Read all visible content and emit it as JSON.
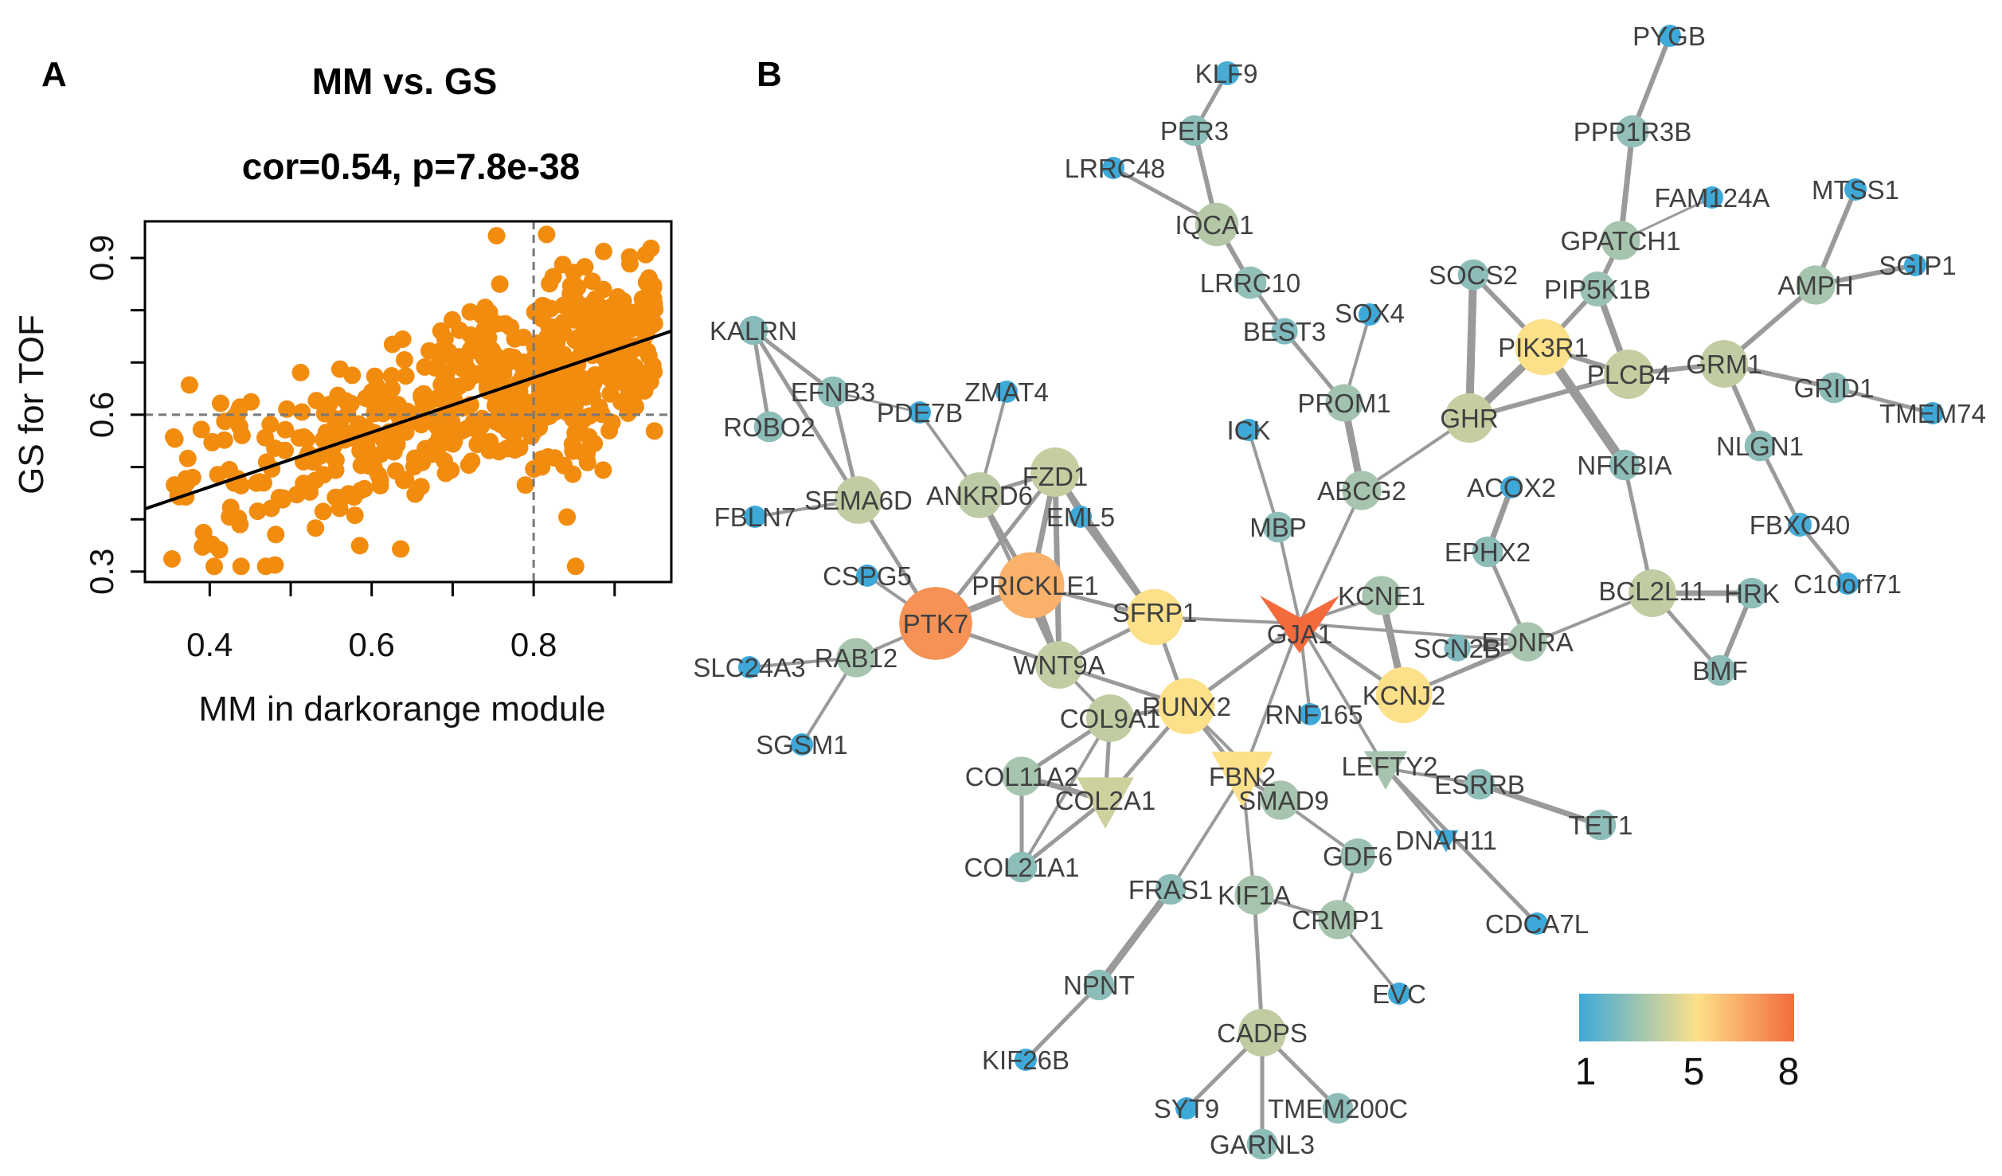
{
  "panel_a": {
    "letter": "A"
  },
  "panel_b": {
    "letter": "B"
  },
  "chart_data": [
    {
      "type": "scatter",
      "title": "MM vs. GS",
      "subtitle": "cor=0.54, p=7.8e-38",
      "xlabel": "MM in darkorange module",
      "ylabel": "GS for TOF",
      "xlim": [
        0.32,
        0.97
      ],
      "ylim": [
        0.28,
        0.97
      ],
      "xticks": [
        0.4,
        0.6,
        0.8
      ],
      "yticks": [
        0.3,
        0.6,
        0.9
      ],
      "xtick_labels": [
        "0.4",
        "0.6",
        "0.8"
      ],
      "ytick_labels": [
        "0.3",
        "0.6",
        "0.9"
      ],
      "reference_lines": {
        "x": 0.8,
        "y": 0.6,
        "style": "dashed"
      },
      "fit_line": {
        "x": [
          0.32,
          0.97
        ],
        "y": [
          0.42,
          0.76
        ]
      },
      "point_color": "#f28c0f",
      "grid": false,
      "n_points": 620
    },
    {
      "type": "network",
      "color_scale": {
        "min": 1,
        "mid": 5,
        "max": 8,
        "colors": [
          "#3ea9d8",
          "#fde08a",
          "#f36b3c"
        ],
        "tick_labels": [
          "1",
          "5",
          "8"
        ]
      },
      "nodes": [
        {
          "id": "PYGB",
          "label": "PYGB",
          "value": 1.0
        },
        {
          "id": "KLF9",
          "label": "KLF9",
          "value": 1.2
        },
        {
          "id": "PER3",
          "label": "PER3",
          "value": 2.0
        },
        {
          "id": "LRRC48",
          "label": "LRRC48",
          "value": 1.0
        },
        {
          "id": "IQCA1",
          "label": "IQCA1",
          "value": 3.5
        },
        {
          "id": "LRRC10",
          "label": "LRRC10",
          "value": 2.2
        },
        {
          "id": "BEST3",
          "label": "BEST3",
          "value": 1.5
        },
        {
          "id": "SOX4",
          "label": "SOX4",
          "value": 1.0
        },
        {
          "id": "PPP1R3B",
          "label": "PPP1R3B",
          "value": 2.2
        },
        {
          "id": "FAM124A",
          "label": "FAM124A",
          "value": 1.0
        },
        {
          "id": "MTSS1",
          "label": "MTSS1",
          "value": 1.0
        },
        {
          "id": "GPATCH1",
          "label": "GPATCH1",
          "value": 3.0
        },
        {
          "id": "SOCS2",
          "label": "SOCS2",
          "value": 2.0
        },
        {
          "id": "PIP5K1B",
          "label": "PIP5K1B",
          "value": 2.5
        },
        {
          "id": "AMPH",
          "label": "AMPH",
          "value": 3.0
        },
        {
          "id": "SGIP1",
          "label": "SGIP1",
          "value": 1.0
        },
        {
          "id": "KALRN",
          "label": "KALRN",
          "value": 1.8
        },
        {
          "id": "EFNB3",
          "label": "EFNB3",
          "value": 2.0
        },
        {
          "id": "ZMAT4",
          "label": "ZMAT4",
          "value": 1.0
        },
        {
          "id": "PDE7B",
          "label": "PDE7B",
          "value": 1.0
        },
        {
          "id": "ROBO2",
          "label": "ROBO2",
          "value": 2.0
        },
        {
          "id": "PIK3R1",
          "label": "PIK3R1",
          "value": 5.0
        },
        {
          "id": "PLCB4",
          "label": "PLCB4",
          "value": 4.2
        },
        {
          "id": "GRM1",
          "label": "GRM1",
          "value": 4.0
        },
        {
          "id": "GRID1",
          "label": "GRID1",
          "value": 2.0
        },
        {
          "id": "TMEM74",
          "label": "TMEM74",
          "value": 1.0
        },
        {
          "id": "PROM1",
          "label": "PROM1",
          "value": 2.8
        },
        {
          "id": "GHR",
          "label": "GHR",
          "value": 4.2
        },
        {
          "id": "ICK",
          "label": "ICK",
          "value": 1.0
        },
        {
          "id": "FZD1",
          "label": "FZD1",
          "value": 4.2
        },
        {
          "id": "NLGN1",
          "label": "NLGN1",
          "value": 2.0
        },
        {
          "id": "ANKRD6",
          "label": "ANKRD6",
          "value": 3.8
        },
        {
          "id": "SEMA6D",
          "label": "SEMA6D",
          "value": 4.0
        },
        {
          "id": "FBLN7",
          "label": "FBLN7",
          "value": 1.0
        },
        {
          "id": "EML5",
          "label": "EML5",
          "value": 1.0
        },
        {
          "id": "ABCG2",
          "label": "ABCG2",
          "value": 3.0
        },
        {
          "id": "ACOX2",
          "label": "ACOX2",
          "value": 1.0
        },
        {
          "id": "NFKBIA",
          "label": "NFKBIA",
          "value": 2.0
        },
        {
          "id": "MBP",
          "label": "MBP",
          "value": 2.0
        },
        {
          "id": "FBXO40",
          "label": "FBXO40",
          "value": 1.2
        },
        {
          "id": "EPHX2",
          "label": "EPHX2",
          "value": 2.0
        },
        {
          "id": "CSPG5",
          "label": "CSPG5",
          "value": 1.0
        },
        {
          "id": "PRICKLE1",
          "label": "PRICKLE1",
          "value": 6.2
        },
        {
          "id": "C10orf71",
          "label": "C10orf71",
          "value": 1.0
        },
        {
          "id": "BCL2L11",
          "label": "BCL2L11",
          "value": 4.0
        },
        {
          "id": "HRK",
          "label": "HRK",
          "value": 2.0
        },
        {
          "id": "PTK7",
          "label": "PTK7",
          "value": 7.0
        },
        {
          "id": "SFRP1",
          "label": "SFRP1",
          "value": 5.0
        },
        {
          "id": "GJA1",
          "label": "GJA1",
          "value": 8.0
        },
        {
          "id": "KCNE1",
          "label": "KCNE1",
          "value": 3.0
        },
        {
          "id": "EDNRA",
          "label": "EDNRA",
          "value": 3.0
        },
        {
          "id": "SCN2B",
          "label": "SCN2B",
          "value": 1.5
        },
        {
          "id": "WNT9A",
          "label": "WNT9A",
          "value": 4.0
        },
        {
          "id": "RAB12",
          "label": "RAB12",
          "value": 3.0
        },
        {
          "id": "SLC24A3",
          "label": "SLC24A3",
          "value": 1.0
        },
        {
          "id": "BMF",
          "label": "BMF",
          "value": 2.0
        },
        {
          "id": "KCNJ2",
          "label": "KCNJ2",
          "value": 5.0
        },
        {
          "id": "RUNX2",
          "label": "RUNX2",
          "value": 5.0
        },
        {
          "id": "COL9A1",
          "label": "COL9A1",
          "value": 4.0
        },
        {
          "id": "RNF165",
          "label": "RNF165",
          "value": 1.0
        },
        {
          "id": "SGSM1",
          "label": "SGSM1",
          "value": 1.0
        },
        {
          "id": "LEFTY2",
          "label": "LEFTY2",
          "value": 3.0
        },
        {
          "id": "FBN2",
          "label": "FBN2",
          "value": 5.0
        },
        {
          "id": "SMAD9",
          "label": "SMAD9",
          "value": 3.0
        },
        {
          "id": "COL11A2",
          "label": "COL11A2",
          "value": 3.0
        },
        {
          "id": "ESRRB",
          "label": "ESRRB",
          "value": 2.0
        },
        {
          "id": "COL2A1",
          "label": "COL2A1",
          "value": 4.5
        },
        {
          "id": "TET1",
          "label": "TET1",
          "value": 2.0
        },
        {
          "id": "DNAH11",
          "label": "DNAH11",
          "value": 1.0
        },
        {
          "id": "GDF6",
          "label": "GDF6",
          "value": 2.5
        },
        {
          "id": "COL21A1",
          "label": "COL21A1",
          "value": 2.0
        },
        {
          "id": "CDCA7L",
          "label": "CDCA7L",
          "value": 1.0
        },
        {
          "id": "FRAS1",
          "label": "FRAS1",
          "value": 2.0
        },
        {
          "id": "KIF1A",
          "label": "KIF1A",
          "value": 3.0
        },
        {
          "id": "CRMP1",
          "label": "CRMP1",
          "value": 3.0
        },
        {
          "id": "NPNT",
          "label": "NPNT",
          "value": 2.0
        },
        {
          "id": "EVC",
          "label": "EVC",
          "value": 1.0
        },
        {
          "id": "CADPS",
          "label": "CADPS",
          "value": 4.0
        },
        {
          "id": "KIF26B",
          "label": "KIF26B",
          "value": 1.0
        },
        {
          "id": "SYT9",
          "label": "SYT9",
          "value": 1.0
        },
        {
          "id": "TMEM200C",
          "label": "TMEM200C",
          "value": 2.0
        },
        {
          "id": "GARNL3",
          "label": "GARNL3",
          "value": 2.0
        }
      ]
    }
  ]
}
